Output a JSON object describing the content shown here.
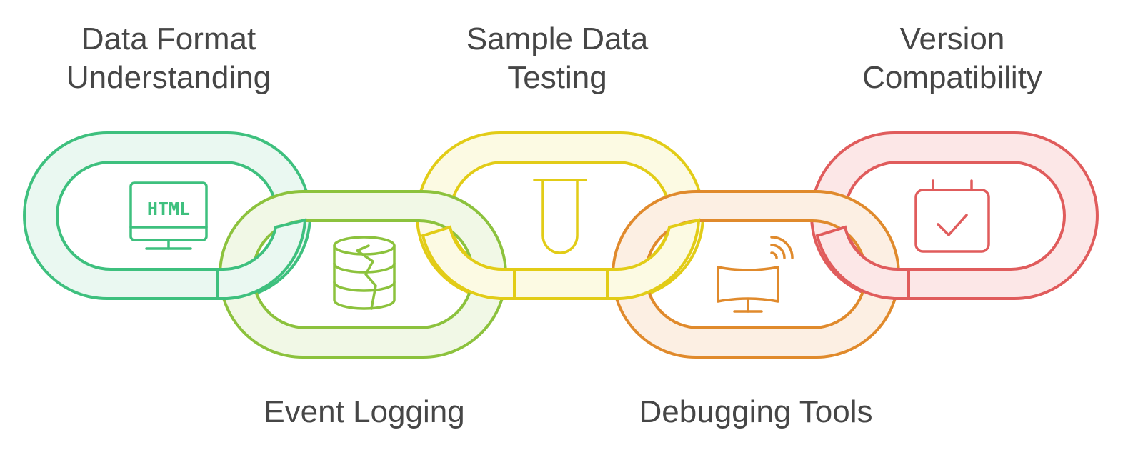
{
  "steps": [
    {
      "lines": [
        "Data Format",
        "Understanding"
      ],
      "icon": "html-monitor-icon",
      "color": "#3ec07e",
      "fill": "#eaf8f1"
    },
    {
      "lines": [
        "Event Logging"
      ],
      "icon": "database-icon",
      "color": "#8cc23d",
      "fill": "#f1f8e6"
    },
    {
      "lines": [
        "Sample Data",
        "Testing"
      ],
      "icon": "test-tube-icon",
      "color": "#e2cc17",
      "fill": "#fcfae3"
    },
    {
      "lines": [
        "Debugging Tools"
      ],
      "icon": "wireless-monitor-icon",
      "color": "#e08a2c",
      "fill": "#fcefe3"
    },
    {
      "lines": [
        "Version",
        "Compatibility"
      ],
      "icon": "calendar-check-icon",
      "color": "#e05c5c",
      "fill": "#fce7e7"
    }
  ],
  "icon_text": {
    "html": "HTML"
  }
}
